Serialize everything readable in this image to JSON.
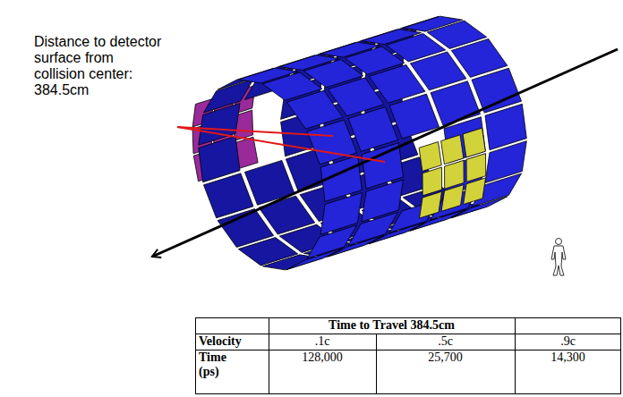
{
  "diagram": {
    "labels": [
      "Distance to detector surface from collision center: 384.5cm",
      "Time to Travel 384.5cm",
      "Velocity",
      ".1c",
      ".5c",
      ".9c",
      "Time (ps)",
      "128,000",
      "25,700",
      "14,300"
    ]
  }
}
